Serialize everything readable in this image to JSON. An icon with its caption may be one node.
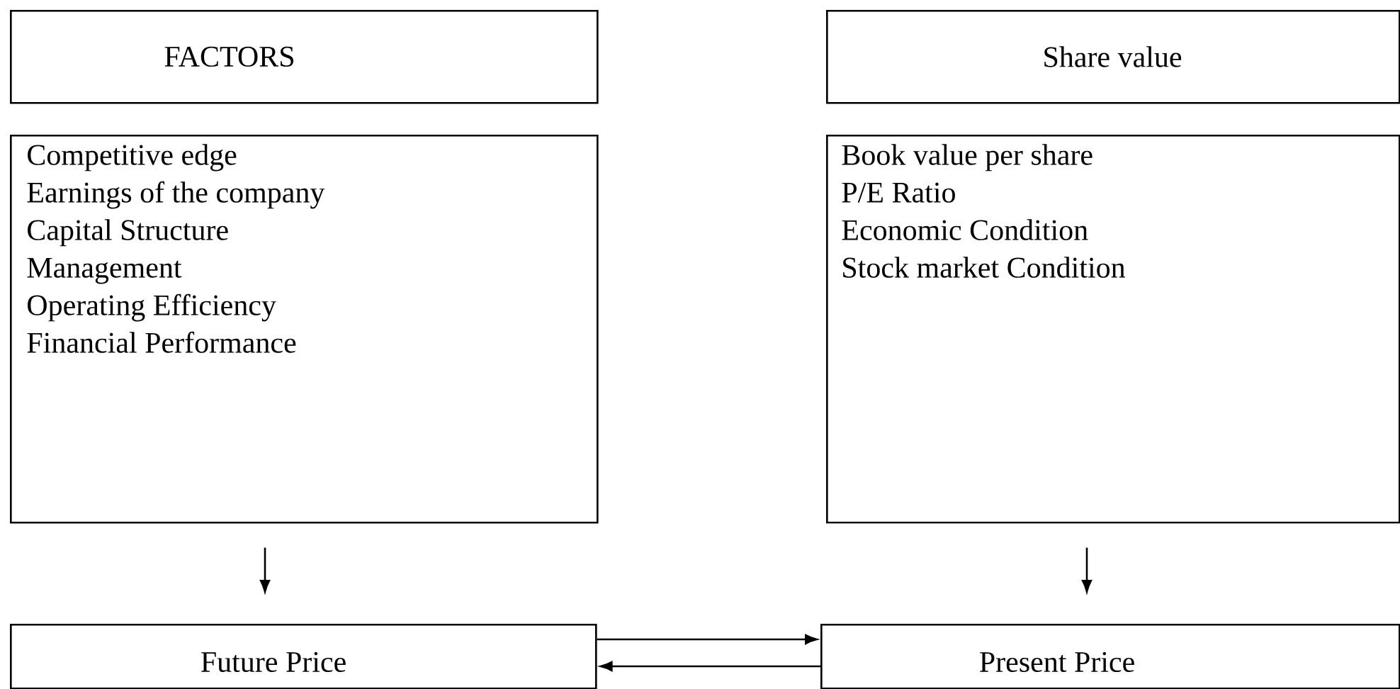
{
  "diagram": {
    "nodes": [
      {
        "text": [
          "FACTORS"
        ]
      },
      {
        "text": [
          "Share value"
        ]
      },
      {
        "text": [
          "Competitive edge",
          "Earnings of the company",
          "Capital Structure",
          "Management",
          "Operating Efficiency",
          "Financial Performance"
        ]
      },
      {
        "text": [
          "Book value per share",
          "P/E Ratio",
          "Economic Condition",
          "Stock market Condition"
        ]
      },
      {
        "text": [
          "Future Price"
        ]
      },
      {
        "text": [
          "Present Price"
        ]
      }
    ],
    "edges": [
      {
        "from": 2,
        "to": 4,
        "arrow": "to"
      },
      {
        "from": 3,
        "to": 5,
        "arrow": "to"
      },
      {
        "from": 4,
        "to": 5,
        "arrow": "to"
      },
      {
        "from": 5,
        "to": 4,
        "arrow": "to"
      }
    ]
  }
}
